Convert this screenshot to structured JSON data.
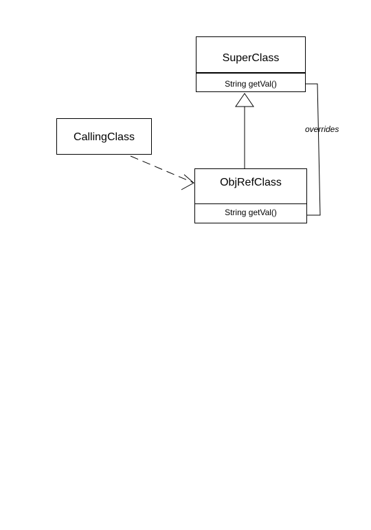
{
  "classes": {
    "super": {
      "name": "SuperClass",
      "method": "String getVal()"
    },
    "calling": {
      "name": "CallingClass"
    },
    "objref": {
      "name": "ObjRefClass",
      "method": "String getVal()"
    }
  },
  "relations": {
    "overrides_label": "overrides"
  }
}
